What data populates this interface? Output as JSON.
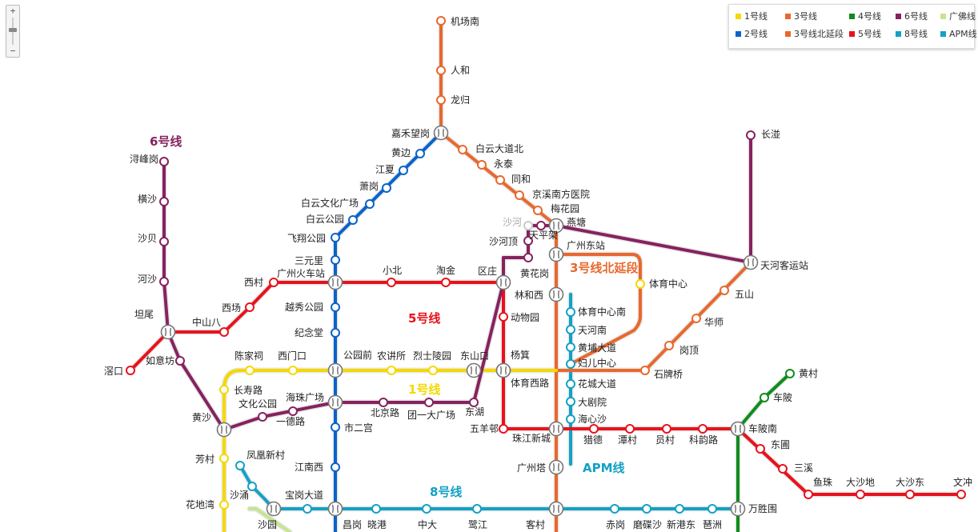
{
  "legend": [
    {
      "label": "1号线",
      "color": "#f5d800"
    },
    {
      "label": "3号线",
      "color": "#e8682e"
    },
    {
      "label": "4号线",
      "color": "#0f8c1c"
    },
    {
      "label": "6号线",
      "color": "#86225f"
    },
    {
      "label": "广佛线",
      "color": "#c6e58e"
    },
    {
      "label": "2号线",
      "color": "#0a63c9"
    },
    {
      "label": "3号线北延段",
      "color": "#e8682e"
    },
    {
      "label": "5号线",
      "color": "#e8121c"
    },
    {
      "label": "8号线",
      "color": "#13a1c4"
    },
    {
      "label": "APM线",
      "color": "#13a1c4"
    }
  ],
  "zoom": {
    "in_label": "+",
    "out_label": "−"
  },
  "line_titles": [
    {
      "key": "t6",
      "text": "6号线",
      "color": "#86225f"
    },
    {
      "key": "t5",
      "text": "5号线",
      "color": "#e8121c"
    },
    {
      "key": "t1",
      "text": "1号线",
      "color": "#f5d800"
    },
    {
      "key": "t8",
      "text": "8号线",
      "color": "#13a1c4"
    },
    {
      "key": "t3n",
      "text": "3号线北延段",
      "color": "#e8682e"
    },
    {
      "key": "tapm",
      "text": "APM线",
      "color": "#13a1c4"
    }
  ],
  "lines": [
    {
      "id": "line-gf",
      "color": "#c6e58e"
    },
    {
      "id": "line-apm",
      "color": "#13a1c4"
    },
    {
      "id": "line-8",
      "color": "#13a1c4"
    },
    {
      "id": "line-3n",
      "color": "#e8682e"
    },
    {
      "id": "line-3",
      "color": "#e8682e"
    },
    {
      "id": "line-2",
      "color": "#0a63c9"
    },
    {
      "id": "line-4",
      "color": "#0f8c1c"
    },
    {
      "id": "line-1",
      "color": "#f5d800"
    },
    {
      "id": "line-5",
      "color": "#e8121c"
    },
    {
      "id": "line-6",
      "color": "#86225f"
    }
  ],
  "stations": [
    {
      "name": "机场南",
      "type": "station",
      "color": "#e8682e"
    },
    {
      "name": "人和",
      "type": "station",
      "color": "#e8682e"
    },
    {
      "name": "龙归",
      "type": "station",
      "color": "#e8682e"
    },
    {
      "name": "嘉禾望岗",
      "type": "transfer"
    },
    {
      "name": "白云大道北",
      "type": "station",
      "color": "#e8682e"
    },
    {
      "name": "永泰",
      "type": "station",
      "color": "#e8682e"
    },
    {
      "name": "同和",
      "type": "station",
      "color": "#e8682e"
    },
    {
      "name": "京溪南方医院",
      "type": "station",
      "color": "#e8682e"
    },
    {
      "name": "梅花园",
      "type": "station",
      "color": "#e8682e"
    },
    {
      "name": "燕塘",
      "type": "transfer"
    },
    {
      "name": "黄边",
      "type": "station",
      "color": "#0a63c9"
    },
    {
      "name": "江夏",
      "type": "station",
      "color": "#0a63c9"
    },
    {
      "name": "萧岗",
      "type": "station",
      "color": "#0a63c9"
    },
    {
      "name": "白云文化广场",
      "type": "station",
      "color": "#0a63c9"
    },
    {
      "name": "白云公园",
      "type": "station",
      "color": "#0a63c9"
    },
    {
      "name": "飞翔公园",
      "type": "station",
      "color": "#0a63c9"
    },
    {
      "name": "三元里",
      "type": "station",
      "color": "#0a63c9"
    },
    {
      "name": "广州火车站",
      "type": "transfer"
    },
    {
      "name": "越秀公园",
      "type": "station",
      "color": "#0a63c9"
    },
    {
      "name": "纪念堂",
      "type": "station",
      "color": "#0a63c9"
    },
    {
      "name": "公园前",
      "type": "transfer"
    },
    {
      "name": "海珠广场",
      "type": "transfer"
    },
    {
      "name": "市二宫",
      "type": "station",
      "color": "#0a63c9"
    },
    {
      "name": "江南西",
      "type": "station",
      "color": "#0a63c9"
    },
    {
      "name": "昌岗",
      "type": "transfer"
    },
    {
      "name": "长湴",
      "type": "station",
      "color": "#86225f"
    },
    {
      "name": "天河客运站",
      "type": "transfer"
    },
    {
      "name": "五山",
      "type": "station",
      "color": "#e8682e"
    },
    {
      "name": "华师",
      "type": "station",
      "color": "#e8682e"
    },
    {
      "name": "岗顶",
      "type": "station",
      "color": "#e8682e"
    },
    {
      "name": "石牌桥",
      "type": "station",
      "color": "#e8682e"
    },
    {
      "name": "体育西路",
      "type": "transfer"
    },
    {
      "name": "广州东站",
      "type": "transfer"
    },
    {
      "name": "林和西",
      "type": "transfer"
    },
    {
      "name": "体育中心",
      "type": "station",
      "color": "#f5d800"
    },
    {
      "name": "体育中心南",
      "type": "station",
      "color": "#13a1c4"
    },
    {
      "name": "天河南",
      "type": "station",
      "color": "#13a1c4"
    },
    {
      "name": "黄埔大道",
      "type": "station",
      "color": "#13a1c4"
    },
    {
      "name": "妇儿中心",
      "type": "station",
      "color": "#13a1c4"
    },
    {
      "name": "花城大道",
      "type": "station",
      "color": "#13a1c4"
    },
    {
      "name": "大剧院",
      "type": "station",
      "color": "#13a1c4"
    },
    {
      "name": "海心沙",
      "type": "station",
      "color": "#13a1c4"
    },
    {
      "name": "珠江新城",
      "type": "transfer"
    },
    {
      "name": "广州塔",
      "type": "transfer"
    },
    {
      "name": "客村",
      "type": "transfer"
    },
    {
      "name": "沙河",
      "type": "station",
      "color": "#cccccc",
      "dim": true
    },
    {
      "name": "天平架",
      "type": "station",
      "color": "#86225f"
    },
    {
      "name": "沙河顶",
      "type": "station",
      "color": "#86225f"
    },
    {
      "name": "黄花岗",
      "type": "station",
      "color": "#86225f"
    },
    {
      "name": "区庄",
      "type": "transfer"
    },
    {
      "name": "东山口",
      "type": "transfer"
    },
    {
      "name": "东湖",
      "type": "station",
      "color": "#86225f"
    },
    {
      "name": "团一大广场",
      "type": "station",
      "color": "#86225f"
    },
    {
      "name": "北京路",
      "type": "station",
      "color": "#86225f"
    },
    {
      "name": "一德路",
      "type": "station",
      "color": "#86225f"
    },
    {
      "name": "文化公园",
      "type": "station",
      "color": "#86225f"
    },
    {
      "name": "黄沙",
      "type": "transfer"
    },
    {
      "name": "如意坊",
      "type": "station",
      "color": "#86225f"
    },
    {
      "name": "坦尾",
      "type": "transfer"
    },
    {
      "name": "河沙",
      "type": "station",
      "color": "#86225f"
    },
    {
      "name": "沙贝",
      "type": "station",
      "color": "#86225f"
    },
    {
      "name": "横沙",
      "type": "station",
      "color": "#86225f"
    },
    {
      "name": "浔峰岗",
      "type": "station",
      "color": "#86225f"
    },
    {
      "name": "滘口",
      "type": "station",
      "color": "#e8121c"
    },
    {
      "name": "中山八",
      "type": "station",
      "color": "#e8121c"
    },
    {
      "name": "西场",
      "type": "station",
      "color": "#e8121c"
    },
    {
      "name": "西村",
      "type": "station",
      "color": "#e8121c"
    },
    {
      "name": "小北",
      "type": "station",
      "color": "#e8121c"
    },
    {
      "name": "淘金",
      "type": "station",
      "color": "#e8121c"
    },
    {
      "name": "动物园",
      "type": "station",
      "color": "#e8121c"
    },
    {
      "name": "杨箕",
      "type": "transfer"
    },
    {
      "name": "五羊邨",
      "type": "station",
      "color": "#e8121c"
    },
    {
      "name": "猎德",
      "type": "station",
      "color": "#e8121c"
    },
    {
      "name": "潭村",
      "type": "station",
      "color": "#e8121c"
    },
    {
      "name": "员村",
      "type": "station",
      "color": "#e8121c"
    },
    {
      "name": "科韵路",
      "type": "station",
      "color": "#e8121c"
    },
    {
      "name": "车陂南",
      "type": "transfer"
    },
    {
      "name": "东圃",
      "type": "station",
      "color": "#e8121c"
    },
    {
      "name": "三溪",
      "type": "station",
      "color": "#e8121c"
    },
    {
      "name": "鱼珠",
      "type": "station",
      "color": "#e8121c"
    },
    {
      "name": "大沙地",
      "type": "station",
      "color": "#e8121c"
    },
    {
      "name": "大沙东",
      "type": "station",
      "color": "#e8121c"
    },
    {
      "name": "文冲",
      "type": "station",
      "color": "#e8121c"
    },
    {
      "name": "黄村",
      "type": "station",
      "color": "#0f8c1c"
    },
    {
      "name": "车陂",
      "type": "station",
      "color": "#0f8c1c"
    },
    {
      "name": "万胜围",
      "type": "transfer"
    },
    {
      "name": "陈家祠",
      "type": "station",
      "color": "#f5d800"
    },
    {
      "name": "西门口",
      "type": "station",
      "color": "#f5d800"
    },
    {
      "name": "农讲所",
      "type": "station",
      "color": "#f5d800"
    },
    {
      "name": "烈士陵园",
      "type": "station",
      "color": "#f5d800"
    },
    {
      "name": "长寿路",
      "type": "station",
      "color": "#f5d800"
    },
    {
      "name": "芳村",
      "type": "station",
      "color": "#f5d800"
    },
    {
      "name": "花地湾",
      "type": "station",
      "color": "#f5d800"
    },
    {
      "name": "凤凰新村",
      "type": "station",
      "color": "#13a1c4"
    },
    {
      "name": "沙涌",
      "type": "station",
      "color": "#13a1c4"
    },
    {
      "name": "沙园",
      "type": "transfer"
    },
    {
      "name": "宝岗大道",
      "type": "station",
      "color": "#13a1c4"
    },
    {
      "name": "晓港",
      "type": "station",
      "color": "#13a1c4"
    },
    {
      "name": "中大",
      "type": "station",
      "color": "#13a1c4"
    },
    {
      "name": "鹭江",
      "type": "station",
      "color": "#13a1c4"
    },
    {
      "name": "赤岗",
      "type": "station",
      "color": "#13a1c4"
    },
    {
      "name": "磨碟沙",
      "type": "station",
      "color": "#13a1c4"
    },
    {
      "name": "新港东",
      "type": "station",
      "color": "#13a1c4"
    },
    {
      "name": "琶洲",
      "type": "station",
      "color": "#13a1c4"
    }
  ]
}
